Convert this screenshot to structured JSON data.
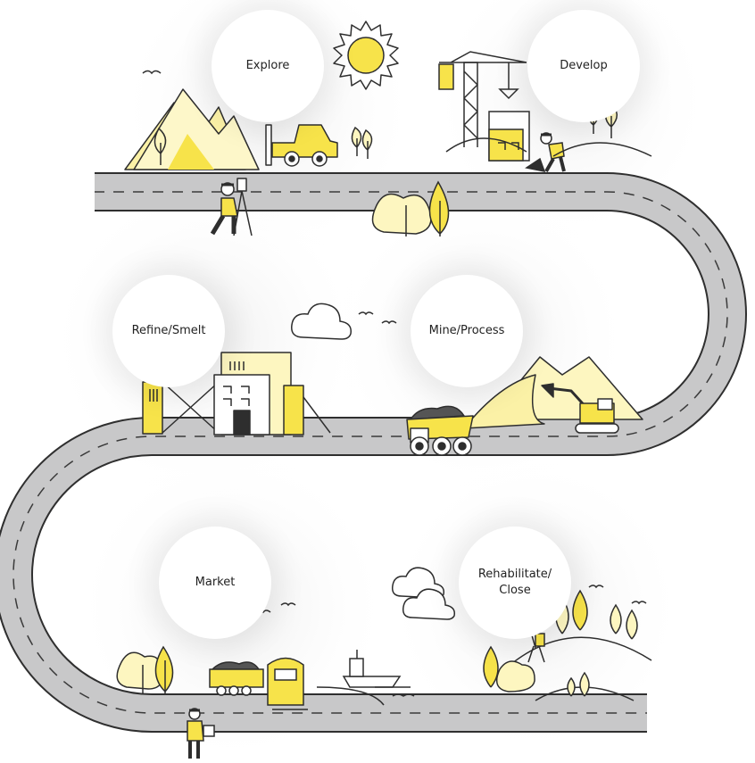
{
  "stages": [
    {
      "id": "explore",
      "label": "Explore"
    },
    {
      "id": "develop",
      "label": "Develop"
    },
    {
      "id": "refine",
      "label": "Refine/Smelt"
    },
    {
      "id": "mine",
      "label": "Mine/Process"
    },
    {
      "id": "market",
      "label": "Market"
    },
    {
      "id": "rehabilitate",
      "label": "Rehabilitate/\nClose"
    }
  ],
  "colors": {
    "road": "#c8c8c9",
    "road_edge": "#3a3a3a",
    "accent_yellow": "#f7e34a",
    "pale_yellow": "#fdf6c0",
    "outline": "#2e2e2e"
  }
}
